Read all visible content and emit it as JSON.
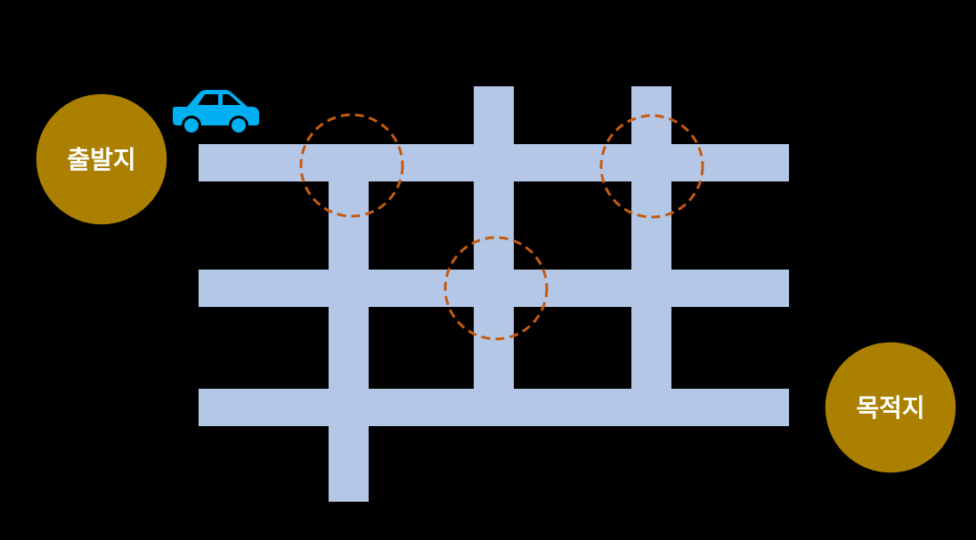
{
  "diagram": {
    "start_label": "출발지",
    "destination_label": "목적지",
    "colors": {
      "background": "#000000",
      "road": "#b4c7e7",
      "node_fill": "#ab8000",
      "node_text": "#ffffff",
      "car": "#00b0f0",
      "intersection_marker": "#c55a11"
    },
    "icons": [
      "car-icon"
    ],
    "highlighted_intersections": 3
  }
}
